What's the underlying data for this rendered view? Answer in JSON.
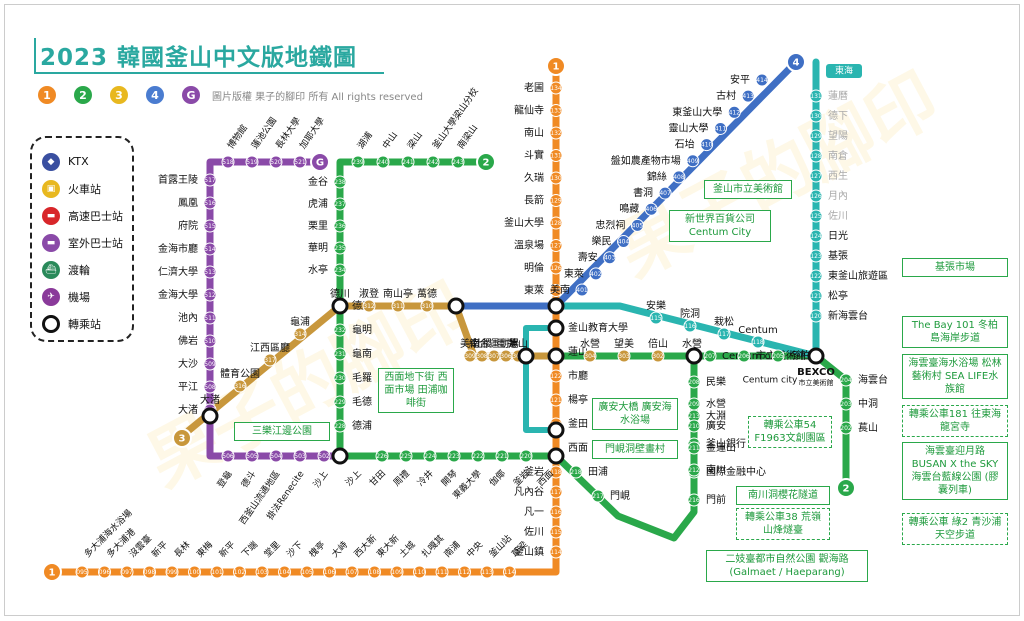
{
  "title": "2023 韓國釜山中文版地鐵圖",
  "copyright": "圖片版權 果子的腳印 所有 All rights reserved",
  "colors": {
    "line1": "#f08a24",
    "line2": "#2aa84a",
    "line3": "#c8973c",
    "line4": "#3f6fc4",
    "lineG": "#8a4aa8",
    "lineE": "#2ab5b0",
    "lineD": "#4a6fc8",
    "text": "#111111",
    "accent": "#2aa8a0"
  },
  "lines": [
    {
      "id": "1",
      "color": "#f08a24"
    },
    {
      "id": "2",
      "color": "#2aa84a"
    },
    {
      "id": "3",
      "color": "#e8b81f"
    },
    {
      "id": "4",
      "color": "#4a7cd0"
    },
    {
      "id": "G",
      "color": "#8a4aa8"
    }
  ],
  "legend": [
    {
      "label": "KTX",
      "icon": "ktx-icon",
      "color": "#3a4fa0"
    },
    {
      "label": "火車站",
      "icon": "train-station-icon",
      "color": "#e8b81f"
    },
    {
      "label": "高速巴士站",
      "icon": "express-bus-icon",
      "color": "#d8262a"
    },
    {
      "label": "室外巴士站",
      "icon": "outdoor-bus-icon",
      "color": "#8a4aa8"
    },
    {
      "label": "渡輪",
      "icon": "ferry-icon",
      "color": "#2a8a5a"
    },
    {
      "label": "機場",
      "icon": "airport-icon",
      "color": "#8a3a9a"
    },
    {
      "label": "轉乘站",
      "icon": "transfer-icon",
      "color": "#ffffff"
    }
  ],
  "line1": {
    "badge": "1",
    "top": [
      "老圃",
      "龍仙寺",
      "南山",
      "斗實",
      "久瑞",
      "長箭",
      "釜山大學",
      "溫泉場",
      "明倫",
      "東萊"
    ],
    "top_codes": [
      "134",
      "133",
      "132",
      "131",
      "130",
      "129",
      "128",
      "127",
      "126",
      "125"
    ],
    "mid": [
      "釜山教育大學",
      "蓮山",
      "市廳",
      "楊亭",
      "釜田",
      "西面"
    ],
    "mid_codes": [
      "124",
      "123",
      "122",
      "121",
      "120",
      "119"
    ],
    "south": [
      "釜岩",
      "凡內谷",
      "凡一",
      "佐川",
      "釜山鎮"
    ],
    "south_codes": [
      "118",
      "117",
      "116",
      "115",
      "114"
    ],
    "bottom": [
      "多大浦海水浴場",
      "多大浦港",
      "沒雲臺",
      "新平",
      "長林",
      "東梅",
      "新平",
      "下端",
      "堂里",
      "沙下",
      "槐亭",
      "大峙",
      "西大新",
      "東大新",
      "土城",
      "扎嘎其",
      "南浦",
      "中央",
      "釜山站",
      "草梁"
    ],
    "bottom_codes": [
      "095",
      "096",
      "097",
      "098",
      "099",
      "100",
      "101",
      "102",
      "103",
      "104",
      "105",
      "106",
      "107",
      "108",
      "109",
      "110",
      "111",
      "112",
      "113",
      "114"
    ]
  },
  "line2": {
    "badge": "2",
    "right": [
      "金谷",
      "虎浦",
      "栗里",
      "華明",
      "水亭"
    ],
    "right_codes": [
      "238",
      "237",
      "236",
      "235",
      "234"
    ],
    "left_col": [
      "德川",
      "龜明",
      "龜南",
      "毛羅",
      "毛德",
      "德浦"
    ],
    "left_codes": [
      "233",
      "232",
      "231",
      "230",
      "229",
      "228"
    ],
    "top": [
      "湖浦",
      "中山",
      "梁山",
      "釜山大學梁山分校",
      "南梁山"
    ],
    "top_codes": [
      "239",
      "240",
      "241",
      "242",
      "243"
    ],
    "bottom": [
      "沙上",
      "甘田",
      "周禮",
      "冷井",
      "開琴",
      "東義大學",
      "伽倻",
      "釜岩",
      "西面"
    ],
    "bottom_codes": [
      "227",
      "226",
      "225",
      "224",
      "223",
      "222",
      "221",
      "220",
      "219"
    ],
    "east": [
      "田浦",
      "門峴",
      "門前",
      "國際金融中心",
      "釜山銀行",
      "大淵",
      "南川",
      "金蓮山",
      "廣安",
      "水營",
      "民樂",
      "Centum city",
      "市立美術館",
      "冬柏",
      "海雲台",
      "中洞",
      "萇山"
    ],
    "east_codes": [
      "218",
      "217",
      "216",
      "215",
      "214",
      "213",
      "212",
      "211",
      "210",
      "209",
      "208",
      "207",
      "206",
      "205",
      "204",
      "203",
      "202",
      "201"
    ]
  },
  "line3": {
    "badge": "3",
    "stations": [
      "大渚",
      "體育公園",
      "江西區廳",
      "龜浦",
      "德川",
      "淑登",
      "南山亭",
      "萬德",
      "美南",
      "社稷",
      "綜合運動場",
      "巨提",
      "蓮山",
      "水營",
      "望美",
      "倍山",
      "水營"
    ],
    "codes": [
      "315",
      "316",
      "317",
      "314",
      "313",
      "312",
      "311",
      "310",
      "309",
      "308",
      "307",
      "306",
      "305",
      "304",
      "303",
      "302"
    ]
  },
  "line4": {
    "badge": "4",
    "stations": [
      "安平",
      "古村",
      "東釜山大學",
      "靈山大學",
      "石坮",
      "盤如農產物市場",
      "錦絲",
      "書洞",
      "鳴藏",
      "忠烈祠",
      "樂民",
      "壽安",
      "東萊",
      "美南"
    ],
    "codes": [
      "414",
      "413",
      "412",
      "411",
      "410",
      "409",
      "408",
      "407",
      "406",
      "405",
      "404",
      "403",
      "402",
      "401"
    ]
  },
  "lineG": {
    "badge": "G",
    "stations": [
      "博物館",
      "蓮池公園",
      "長林大學",
      "加耶大學",
      "首露王陵",
      "鳳凰",
      "府院",
      "金海市廳",
      "仁濟大學",
      "金海大學",
      "池內",
      "佛岩",
      "大沙",
      "平江",
      "大渚",
      "登龜",
      "德斗",
      "西釜山流通地區",
      "掛法Renecite",
      "沙上"
    ],
    "codes": [
      "518",
      "519",
      "520",
      "521",
      "517",
      "516",
      "515",
      "514",
      "513",
      "512",
      "511",
      "510",
      "509",
      "508",
      "507",
      "506",
      "505",
      "504",
      "503",
      "502"
    ]
  },
  "east_line": {
    "label": "東海",
    "stations": [
      "蓮曆",
      "德下",
      "望陽",
      "南倉",
      "西生",
      "月內",
      "佐川",
      "日光",
      "基張",
      "東釜山旅遊區",
      "松亭",
      "新海雲台",
      "BEXCO",
      "安樂",
      "院洞",
      "栽松",
      "Centum"
    ],
    "codes": [
      "131",
      "130",
      "129",
      "128",
      "127",
      "126",
      "125",
      "124",
      "123",
      "122",
      "121",
      "120",
      "119",
      "115",
      "116",
      "117",
      "118"
    ]
  },
  "callouts": {
    "museum": "釜山市立美術館",
    "centum": "新世界百貨公司 Centum City",
    "gijang": "基張市場",
    "bay101": "The Bay 101 冬柏島海岸步道",
    "haeundae": "海雲臺海水浴場 松林藝術村 SEA LIFE水族館",
    "bus181": "轉乘公車181 往東海龍宮寺",
    "bluetrain": "海雲臺迎月路 BUSAN X the SKY 海雲台藍線公園 (膠囊列車)",
    "bus2": "轉乘公車 綠2 青沙浦天空步道",
    "samrak": "三樂江邊公園",
    "seomyeon": "西面地下街 西面市場 田浦咖啡街",
    "gwangan": "廣安大橋 廣安海水浴場",
    "book": "門峴洞壁畫村",
    "bus54": "轉乘公車54 F1963文創園區",
    "namcheon": "南川洞櫻花隧道",
    "bus38": "轉乘公車38 荒嶺山烽燧臺",
    "igidae": "二妓臺都市自然公園 觀海路 (Galmaet / Haeparang)"
  },
  "labels": {
    "bexco": "BEXCO",
    "bexco_sub": "市立美術館",
    "centum_city": "Centum city",
    "east_badge": "東海",
    "watermark": "果子的腳印"
  }
}
